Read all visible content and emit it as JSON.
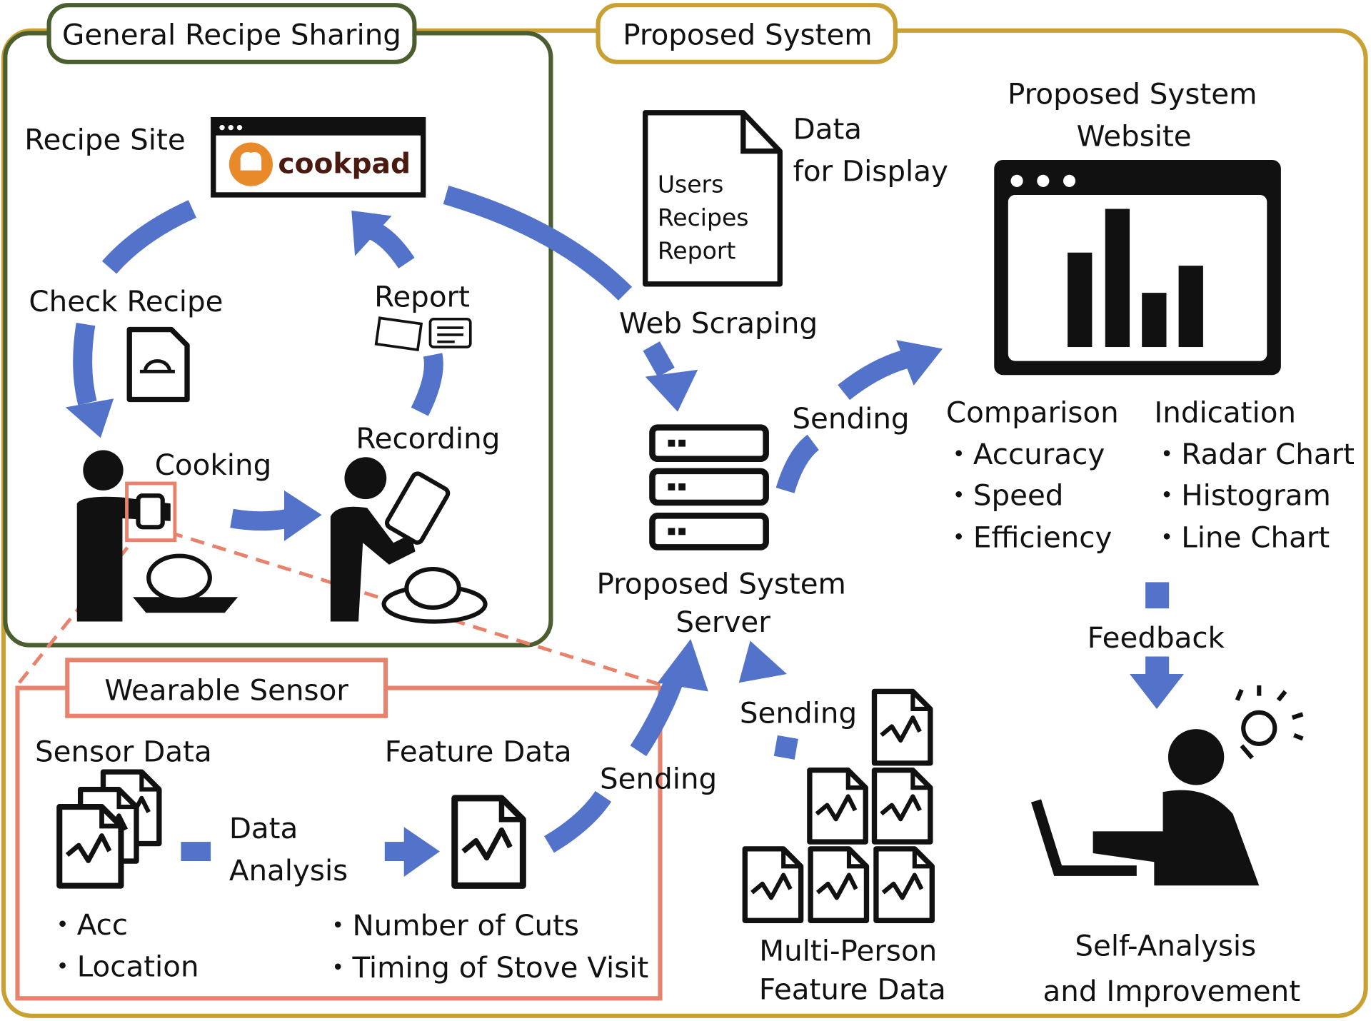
{
  "colors": {
    "proposed_border": "#c9a032",
    "general_border": "#4b5e2f",
    "sensor_border": "#e8826c",
    "arrow": "#5372c9",
    "logo": "#e88a2a"
  },
  "labels": {
    "general_recipe_sharing": "General Recipe Sharing",
    "proposed_system": "Proposed System",
    "recipe_site": "Recipe Site",
    "cookpad_logo": "cookpad",
    "check_recipe": "Check Recipe",
    "report": "Report",
    "recording": "Recording",
    "cooking": "Cooking",
    "data_for_display": [
      "Data",
      "for Display"
    ],
    "display_doc_lines": [
      "Users",
      "Recipes",
      "Report"
    ],
    "website_title": [
      "Proposed System",
      "Website"
    ],
    "web_scraping": "Web Scraping",
    "sending_to_website": "Sending",
    "comparison": {
      "title": "Comparison",
      "items": [
        "・Accuracy",
        "・Speed",
        "・Efficiency"
      ]
    },
    "indication": {
      "title": "Indication",
      "items": [
        "・Radar Chart",
        "・Histogram",
        "・Line Chart"
      ]
    },
    "server": [
      "Proposed System",
      "Server"
    ],
    "feedback": "Feedback",
    "wearable_sensor": "Wearable Sensor",
    "sensor_data": {
      "title": "Sensor Data",
      "items": [
        "・Acc",
        "・Location"
      ]
    },
    "data_analysis": [
      "Data",
      "Analysis"
    ],
    "feature_data": {
      "title": "Feature Data",
      "items": [
        "・Number of Cuts",
        "・Timing of Stove Visit"
      ]
    },
    "sending_feature": "Sending",
    "sending_multi": "Sending",
    "multi_person": [
      "Multi-Person",
      "Feature Data"
    ],
    "self_analysis": [
      "Self-Analysis",
      "and Improvement"
    ]
  }
}
